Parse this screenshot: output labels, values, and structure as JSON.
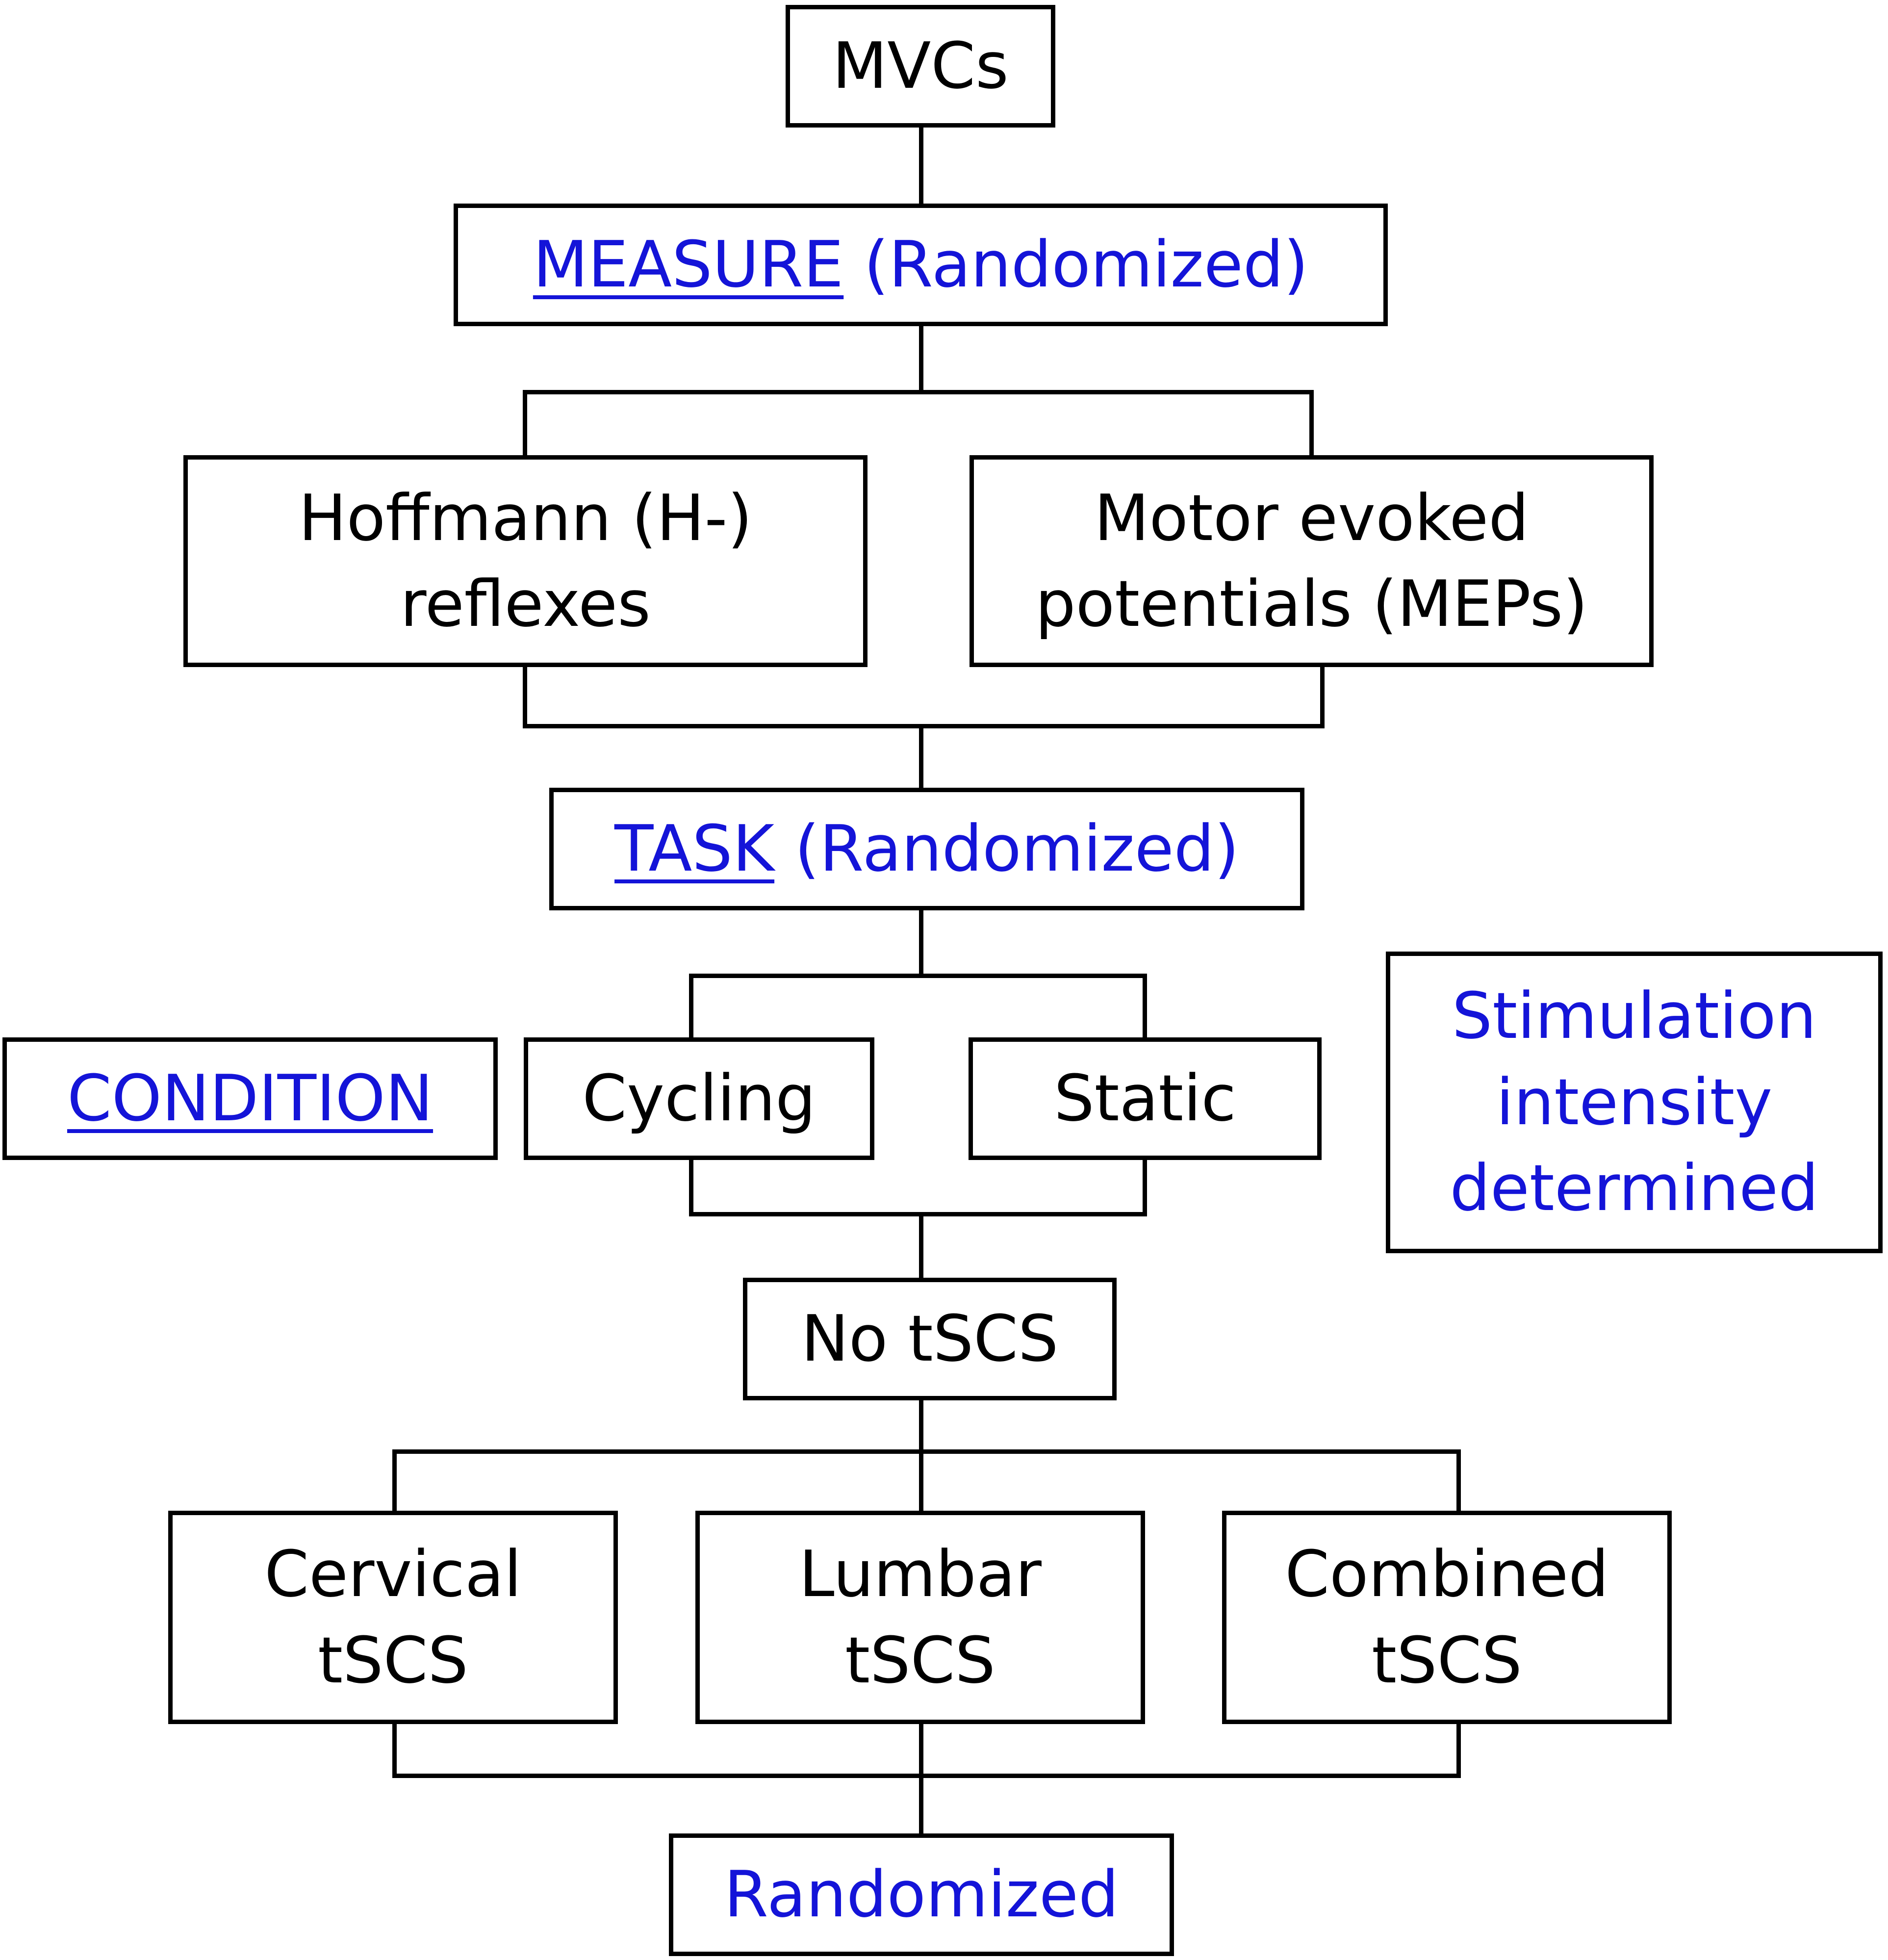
{
  "mvcs": "MVCs",
  "measure": {
    "link": "MEASURE",
    "suffix": " (Randomized)"
  },
  "measure_options": {
    "h_reflex": {
      "line1": "Hoffmann (H-)",
      "line2": "reflexes"
    },
    "mep": {
      "line1": "Motor evoked",
      "line2": "potentials (MEPs)"
    }
  },
  "task": {
    "link": "TASK",
    "suffix": " (Randomized)"
  },
  "condition": "CONDITION",
  "task_options": {
    "cycling": "Cycling",
    "static": "Static"
  },
  "stim_note": {
    "line1": "Stimulation",
    "line2": "intensity",
    "line3": "determined"
  },
  "no_tscs": "No tSCS",
  "stim_options": {
    "cervical": {
      "line1": "Cervical",
      "line2": "tSCS"
    },
    "lumbar": {
      "line1": "Lumbar",
      "line2": "tSCS"
    },
    "combined": {
      "line1": "Combined",
      "line2": "tSCS"
    }
  },
  "randomized": "Randomized",
  "colors": {
    "accent": "#1414d8",
    "stroke": "#000000"
  }
}
